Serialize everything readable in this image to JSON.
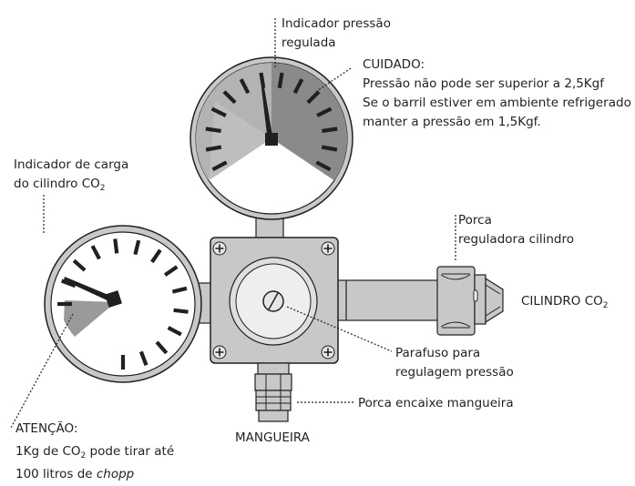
{
  "labels": {
    "indicador_pressao_1": "Indicador pressão",
    "indicador_pressao_2": "regulada",
    "cuidado_title": "CUIDADO:",
    "cuidado_1": "Pressão não pode ser superior a 2,5Kgf",
    "cuidado_2": "Se o barril estiver em ambiente refrigerado",
    "cuidado_3": "manter a pressão em 1,5Kgf.",
    "carga_1": "Indicador de carga",
    "carga_2": "do cilindro CO",
    "carga_2_sub": "2",
    "porca_reg_1": "Porca",
    "porca_reg_2": "reguladora cilindro",
    "cilindro": "CILINDRO CO",
    "cilindro_sub": "2",
    "parafuso_1": "Parafuso para",
    "parafuso_2": "regulagem pressão",
    "porca_encaixe": "Porca encaixe mangueira",
    "mangueira": "MANGUEIRA",
    "atencao_title": "ATENÇÃO:",
    "atencao_1a": "1Kg de CO",
    "atencao_1_sub": "2",
    "atencao_1b": " pode tirar até",
    "atencao_2a": "100 litros de ",
    "atencao_2b": "chopp"
  },
  "colors": {
    "outline": "#231f20",
    "body_gray": "#c8c8c8",
    "body_light": "#dedede",
    "zone_light": "#b3b3b3",
    "zone_dark": "#8a8a8a",
    "screw_gray": "#e6e6e6"
  },
  "icons": [
    "plus-screw-icon",
    "slotted-screw-icon"
  ]
}
